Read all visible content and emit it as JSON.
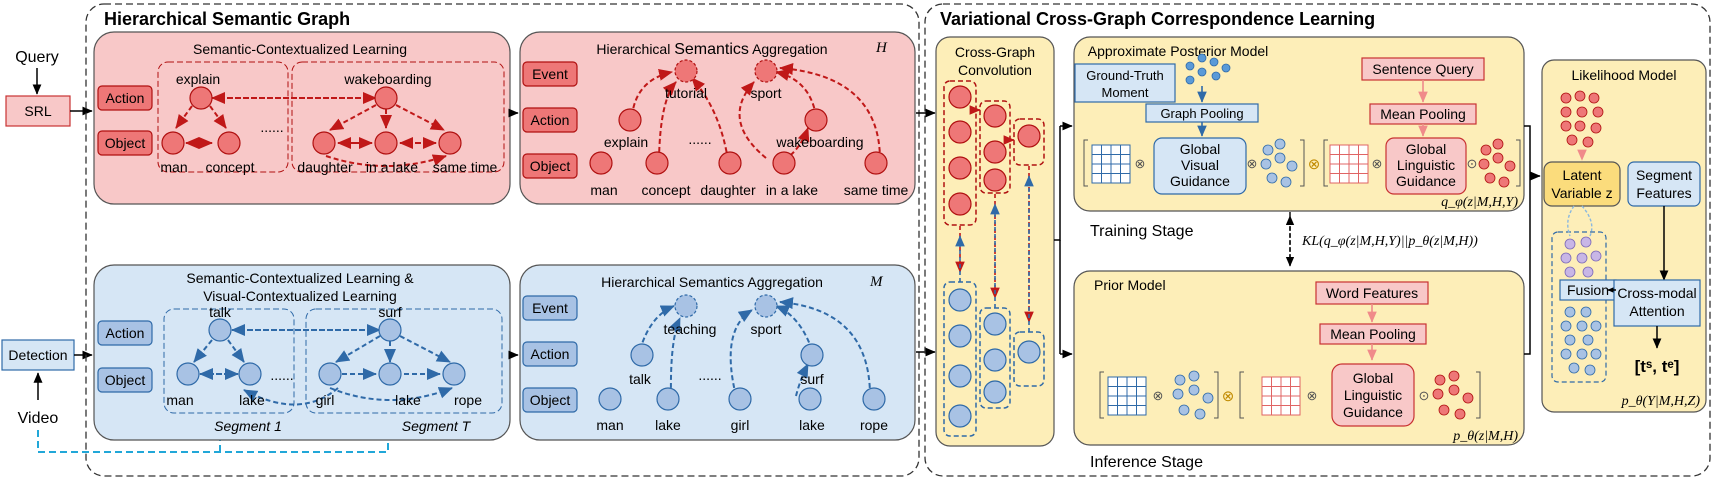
{
  "inputs": {
    "query": "Query",
    "srl": "SRL",
    "detection": "Detection",
    "video": "Video"
  },
  "left_panel": {
    "title": "Hierarchical Semantic Graph",
    "red": {
      "scl_title": "Semantic-Contextualized Learning",
      "action_label": "Action",
      "object_label": "Object",
      "node_words": [
        "explain",
        "wakeboarding",
        "man",
        "concept",
        "daughter",
        "in a lake",
        "same time"
      ],
      "hsa_title_prefix": "Hierarchical",
      "hsa_title_semantics": "Semantics",
      "hsa_title_suffix": "Aggregation",
      "hsa_symbol": "H",
      "event_label": "Event",
      "hsa_action_label": "Action",
      "hsa_object_label": "Object",
      "hsa_event_words": [
        "tutorial",
        "sport"
      ],
      "hsa_action_words": [
        "explain",
        "wakeboarding"
      ],
      "hsa_object_words": [
        "man",
        "concept",
        "daughter",
        "in a lake",
        "same time"
      ]
    },
    "blue": {
      "scl_title_line1": "Semantic-Contextualized Learning &",
      "scl_title_line2": "Visual-Contextualized Learning",
      "action_label": "Action",
      "object_label": "Object",
      "node_words": [
        "talk",
        "surf",
        "man",
        "lake",
        "girl",
        "lake",
        "rope"
      ],
      "segment1": "Segment 1",
      "segmentT": "Segment T",
      "hsa_title": "Hierarchical Semantics Aggregation",
      "hsa_symbol": "M",
      "event_label": "Event",
      "hsa_action_label": "Action",
      "hsa_object_label": "Object",
      "hsa_event_words": [
        "teaching",
        "sport"
      ],
      "hsa_action_words": [
        "talk",
        "surf"
      ],
      "hsa_object_words": [
        "man",
        "lake",
        "girl",
        "lake",
        "rope"
      ]
    },
    "dots": "......"
  },
  "right_panel": {
    "title": "Variational Cross-Graph Correspondence Learning",
    "cgc_line1": "Cross-Graph",
    "cgc_line2": "Convolution",
    "posterior": {
      "title": "Approximate Posterior Model",
      "gt_line1": "Ground-Truth",
      "gt_line2": "Moment",
      "graph_pooling": "Graph Pooling",
      "sentence_query": "Sentence Query",
      "mean_pooling": "Mean Pooling",
      "gvg_line1": "Global",
      "gvg_line2": "Visual",
      "gvg_line3": "Guidance",
      "glg_line1": "Global",
      "glg_line2": "Linguistic",
      "glg_line3": "Guidance",
      "formula": "q_φ(z|M,H,Y)"
    },
    "training_stage": "Training Stage",
    "kl": "KL(q_φ(z|M,H,Y)||p_θ(z|M,H))",
    "prior": {
      "title": "Prior Model",
      "word_features": "Word Features",
      "mean_pooling": "Mean Pooling",
      "glg_line1": "Global",
      "glg_line2": "Linguistic",
      "glg_line3": "Guidance",
      "formula": "p_θ(z|M,H)"
    },
    "inference_stage": "Inference Stage",
    "likelihood": {
      "title": "Likelihood Model",
      "latent_line1": "Latent",
      "latent_line2": "Variable z",
      "segment_line1": "Segment",
      "segment_line2": "Features",
      "fusion": "Fusion",
      "cross_line1": "Cross-modal",
      "cross_line2": "Attention",
      "output": "[tˢ, tᵉ]",
      "formula": "p_θ(Y|M,H,Z)"
    }
  },
  "colors": {
    "red_fill": "#f8c8c8",
    "red_node": "#ee7777",
    "red_stroke": "#b01010",
    "blue_fill": "#d6e6f5",
    "blue_node": "#a8c2e4",
    "blue_stroke": "#2f6aa8",
    "yellow_fill": "#fdeeb8",
    "latent_fill": "#fbdc7c"
  }
}
